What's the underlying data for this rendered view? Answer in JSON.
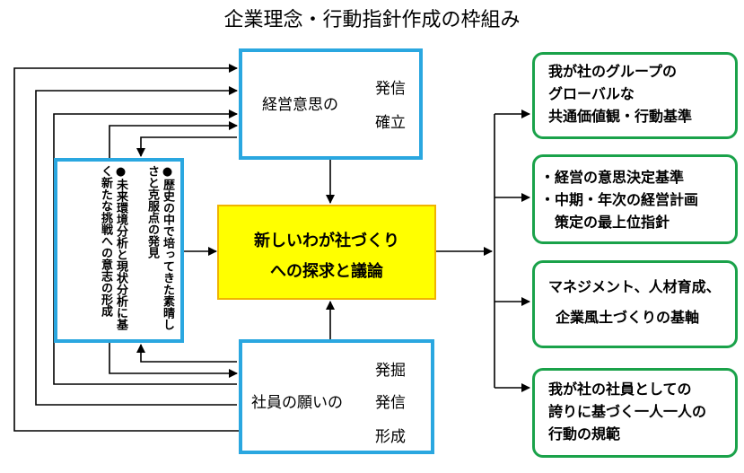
{
  "title": "企業理念・行動指針作成の枠組み",
  "management": {
    "main": "経営意思の",
    "top": "発信",
    "bottom": "確立"
  },
  "center": {
    "line1": "新しいわが社づくり",
    "line2": "への探求と議論"
  },
  "employees": {
    "main": "社員の願いの",
    "top": "発掘",
    "middle": "発信",
    "bottom": "形成"
  },
  "left_box": {
    "col1": "●歴史の中で培ってきた素晴しさと克服点の発見",
    "col2": "●未来環境分析と現状分析に基く新たな挑戦への意志の形成"
  },
  "outputs": [
    {
      "lines": [
        "我が社のグループの",
        "グローバルな",
        "共通価値観・行動基準"
      ]
    },
    {
      "lines": [
        "・経営の意思決定基準",
        "・中期・年次の経営計画",
        "　策定の最上位指針"
      ]
    },
    {
      "lines": [
        "マネジメント、人材育成、",
        "企業風土づくりの基軸"
      ]
    },
    {
      "lines": [
        "我が社の社員としての",
        "誇りに基づく一人一人の",
        "行動の規範"
      ]
    }
  ],
  "colors": {
    "box_border": "#2aa7e0",
    "center_fill": "#ffff00",
    "center_border": "#f0b400",
    "output_border": "#1aa24a"
  }
}
